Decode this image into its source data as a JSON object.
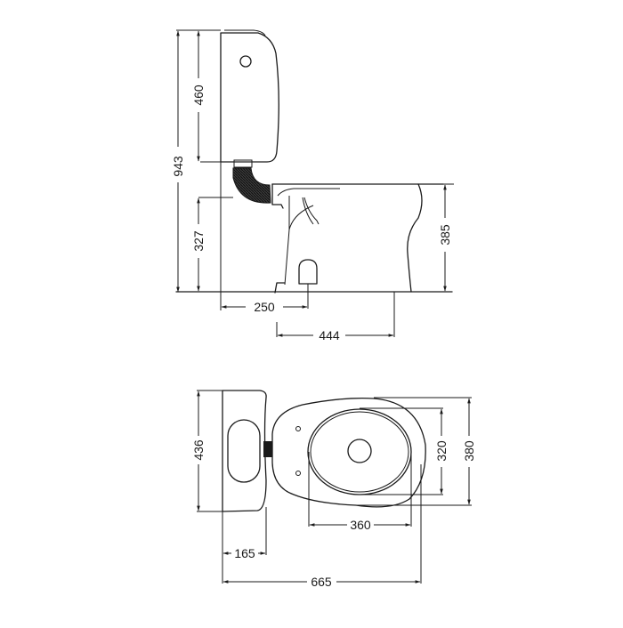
{
  "drawing": {
    "side_view": {
      "dimensions": {
        "total_height": "943",
        "tank_height": "460",
        "inlet_height": "327",
        "bowl_height": "385",
        "outlet_distance": "250",
        "bowl_length": "444"
      }
    },
    "top_view": {
      "dimensions": {
        "tank_width": "436",
        "tank_depth": "165",
        "total_length": "665",
        "seat_opening_length": "360",
        "seat_opening_width": "320",
        "bowl_width": "380"
      }
    },
    "colors": {
      "line": "#1a1a1a",
      "background": "#ffffff",
      "hose": "#2a2a2a"
    }
  }
}
